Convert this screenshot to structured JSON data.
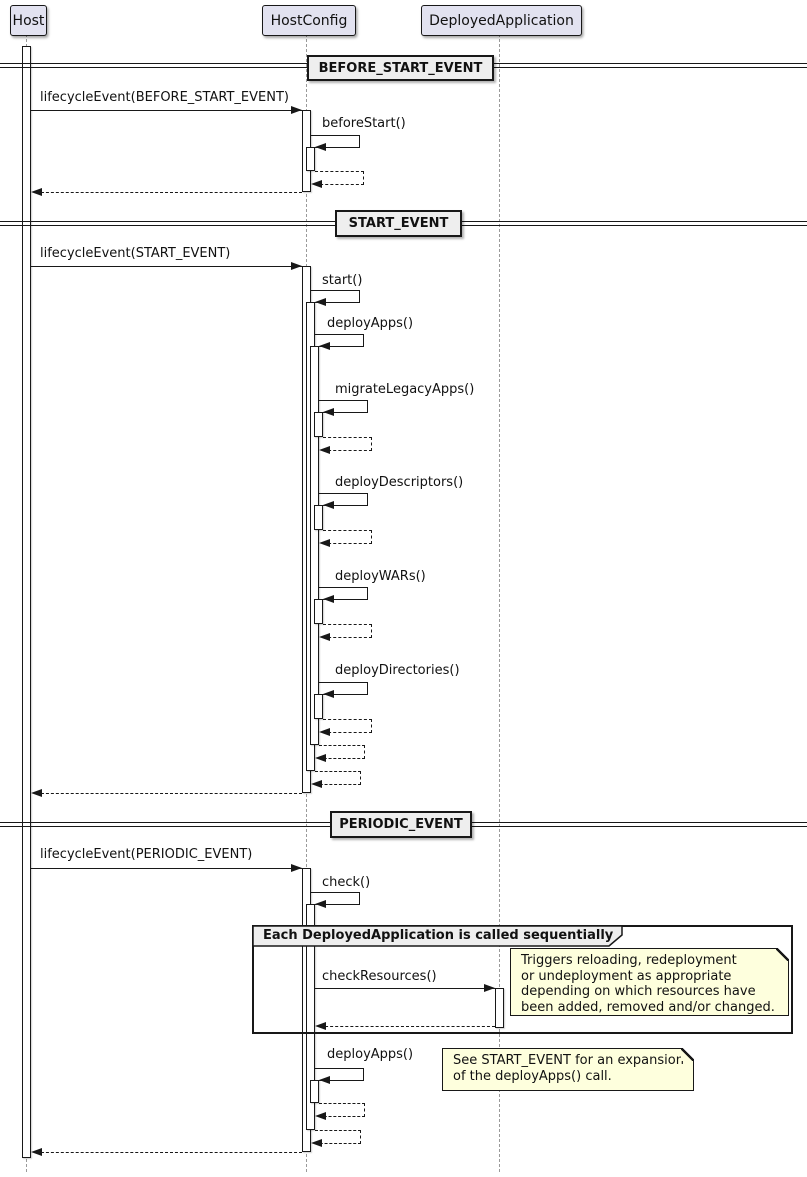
{
  "colors": {
    "participant_fill": "#E2E2F0",
    "border": "#181818",
    "note_fill": "#FEFFDD",
    "divider_fill": "#EEEEEE",
    "group_header_fill": "#EEEEEE",
    "lifeline_gray": "#9A9A9A"
  },
  "participants": [
    {
      "name": "Host"
    },
    {
      "name": "HostConfig"
    },
    {
      "name": "DeployedApplication"
    }
  ],
  "dividers": [
    {
      "label": "BEFORE_START_EVENT"
    },
    {
      "label": "START_EVENT"
    },
    {
      "label": "PERIODIC_EVENT"
    }
  ],
  "messages": {
    "lifecycle_before_start": "lifecycleEvent(BEFORE_START_EVENT)",
    "before_start": "beforeStart()",
    "lifecycle_start": "lifecycleEvent(START_EVENT)",
    "start": "start()",
    "deploy_apps": "deployApps()",
    "migrate_legacy_apps": "migrateLegacyApps()",
    "deploy_descriptors": "deployDescriptors()",
    "deploy_wars": "deployWARs()",
    "deploy_directories": "deployDirectories()",
    "lifecycle_periodic": "lifecycleEvent(PERIODIC_EVENT)",
    "check": "check()",
    "check_resources": "checkResources()",
    "deploy_apps_2": "deployApps()"
  },
  "group": {
    "title": "Each DeployedApplication is called sequentially"
  },
  "notes": [
    {
      "lines": [
        "Triggers reloading, redeployment",
        "or undeployment as appropriate",
        "depending on which resources have",
        "been added, removed and/or changed."
      ]
    },
    {
      "lines": [
        "See START_EVENT for an expansion",
        "of the deployApps() call."
      ]
    }
  ]
}
